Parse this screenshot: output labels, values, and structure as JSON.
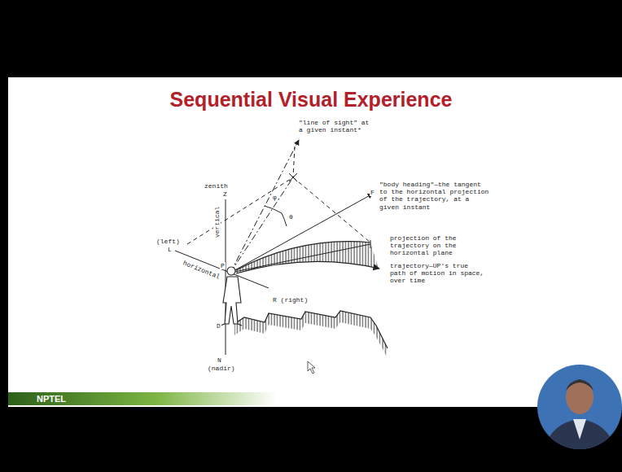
{
  "diagram": {
    "title": "Sequential Visual Experience",
    "labels": [
      "\"line of sight\" at a given instant*",
      "zenith",
      "Z",
      "vertical",
      "(left)",
      "L",
      "horizontal",
      "P",
      "φ",
      "θ",
      "F",
      "\"body heading\"—the tangent to the horizontal projection of the trajectory, at a given instant",
      "projection of the trajectory on the horizontal plane",
      "trajectory—UP's true path of motion in space, over time",
      "R (right)",
      "D",
      "N",
      "(nadir)",
      "NPTEL"
    ]
  }
}
